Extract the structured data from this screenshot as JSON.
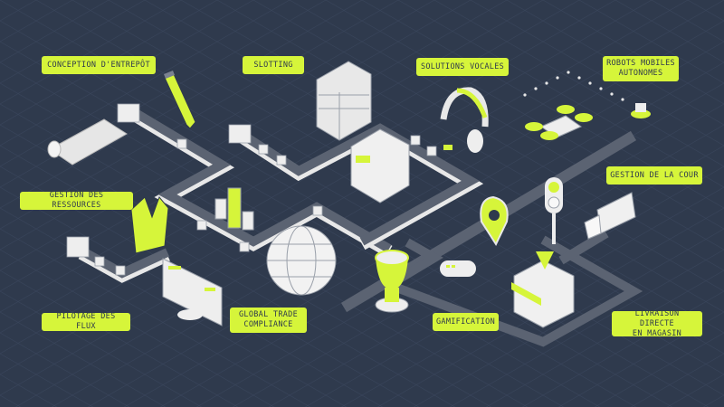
{
  "labels": {
    "conception": "CONCEPTION D'ENTREPÔT",
    "slotting": "SLOTTING",
    "vocales": "SOLUTIONS VOCALES",
    "robots_1": "ROBOTS MOBILES",
    "robots_2": "AUTONOMES",
    "ressources": "GESTION DES RESSOURCES",
    "cour": "GESTION DE LA COUR",
    "pilotage": "PILOTAGE DES FLUX",
    "gtc_1": "GLOBAL TRADE",
    "gtc_2": "COMPLIANCE",
    "gamification": "GAMIFICATION",
    "livraison_1": "LIVRAISON DIRECTE",
    "livraison_2": "EN MAGASIN"
  },
  "colors": {
    "background": "#2f3a4d",
    "accent": "#d6f53a",
    "road": "#5b6372",
    "object": "#ececec"
  },
  "icons": [
    "blueprint-icon",
    "pencil-icon",
    "conveyor-icon",
    "shelf-icon",
    "warehouse-icon",
    "headset-icon",
    "drone-icon",
    "vest-icon",
    "bar-blocks-icon",
    "globe-icon",
    "monitor-icon",
    "trophy-icon",
    "gamepad-icon",
    "map-pin-icon",
    "traffic-light-icon",
    "truck-icon",
    "store-icon"
  ]
}
